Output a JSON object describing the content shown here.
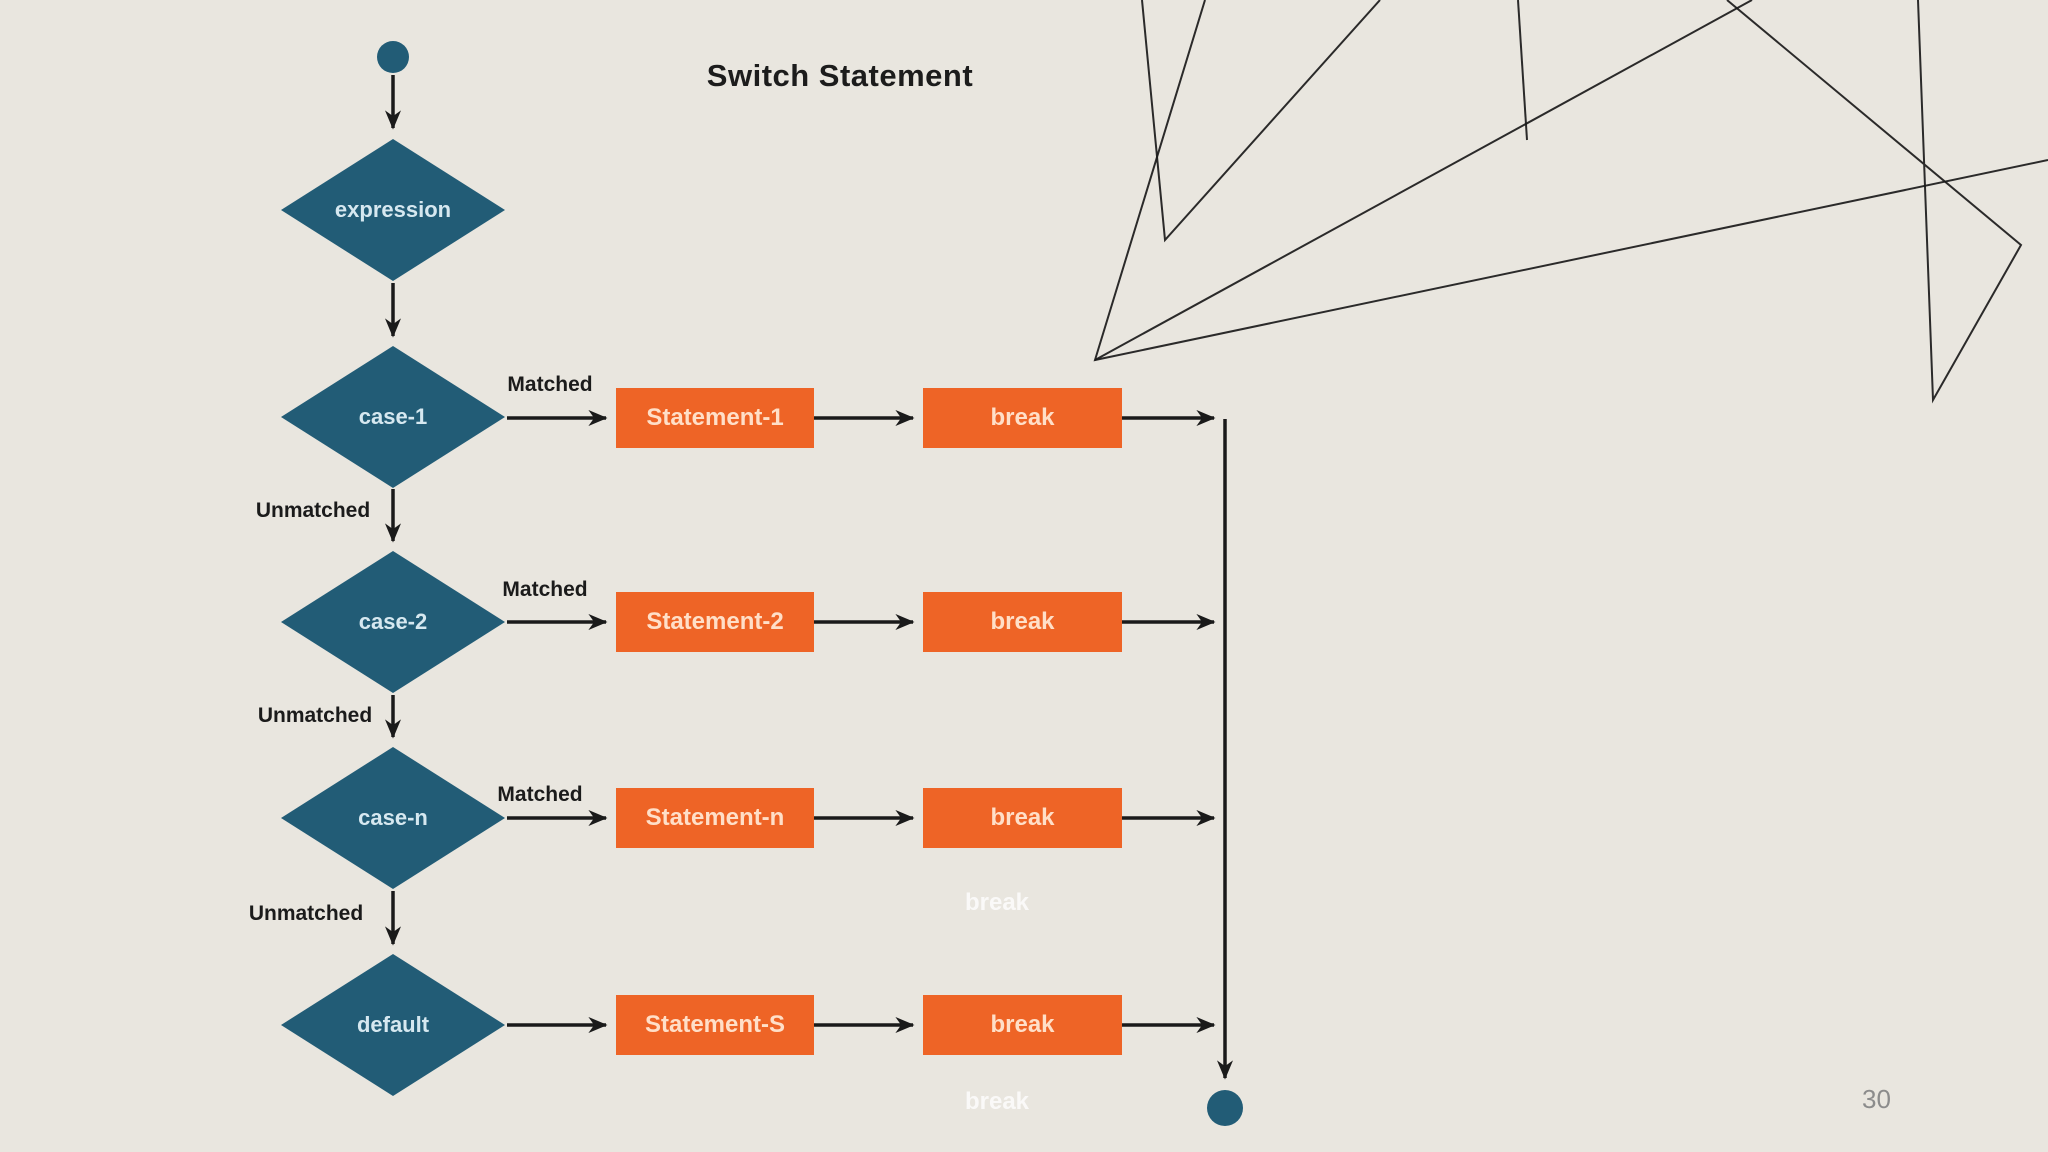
{
  "slide": {
    "title": "Switch Statement",
    "page_number": "30"
  },
  "colors": {
    "background": "#E9E6DF",
    "node_teal": "#225C76",
    "box_orange": "#EE6426",
    "arrow_black": "#1A1A1A",
    "diamond_text": "#D6E8F0",
    "box_text": "#FFDFC8",
    "ghost_text": "#FFFFFF",
    "page_number_gray": "#8C8C8C"
  },
  "flowchart": {
    "entry": {
      "label": "expression"
    },
    "rows": [
      {
        "case": "case-1",
        "matched": "Matched",
        "unmatched": "Unmatched",
        "statement": "Statement-1",
        "break": "break"
      },
      {
        "case": "case-2",
        "matched": "Matched",
        "unmatched": "Unmatched",
        "statement": "Statement-2",
        "break": "break"
      },
      {
        "case": "case-n",
        "matched": "Matched",
        "unmatched": "Unmatched",
        "statement": "Statement-n",
        "break": "break"
      },
      {
        "case": "default",
        "statement": "Statement-S",
        "break": "break"
      }
    ],
    "ghost_labels": [
      "break",
      "break"
    ]
  }
}
